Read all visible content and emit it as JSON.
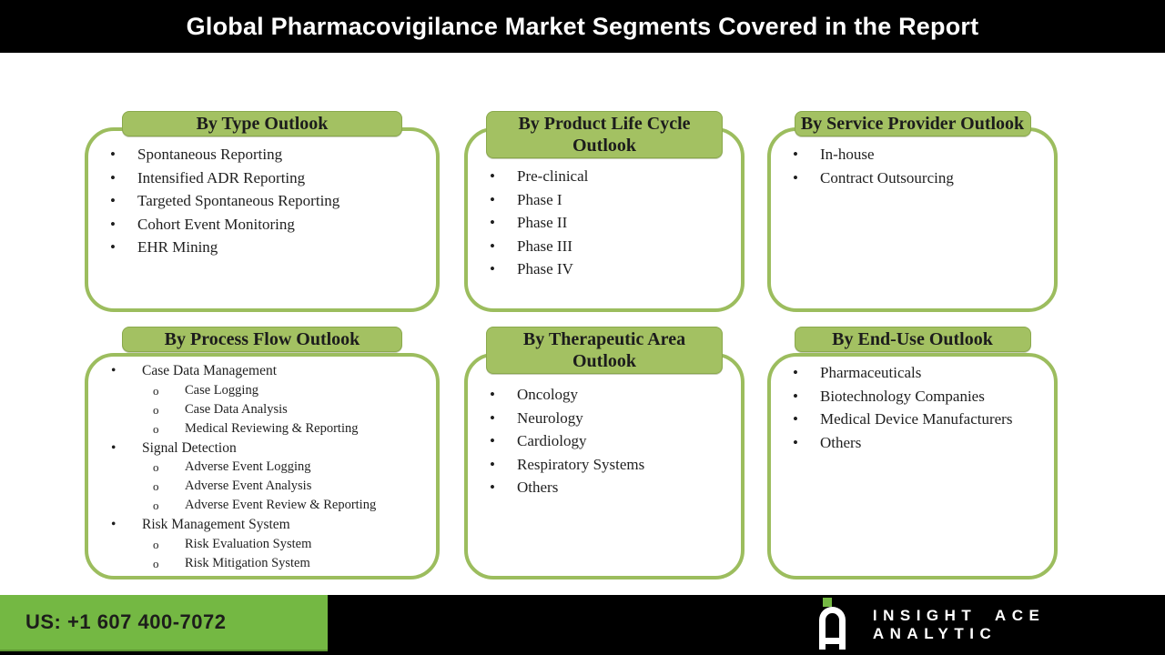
{
  "title": "Global Pharmacovigilance Market Segments Covered in the Report",
  "segments": [
    {
      "label": "By Type Outlook",
      "items": [
        {
          "label": "Spontaneous Reporting"
        },
        {
          "label": "Intensified ADR Reporting"
        },
        {
          "label": "Targeted Spontaneous Reporting"
        },
        {
          "label": "Cohort Event Monitoring"
        },
        {
          "label": "EHR Mining"
        }
      ]
    },
    {
      "label": "By Product Life Cycle Outlook",
      "items": [
        {
          "label": "Pre-clinical"
        },
        {
          "label": "Phase I"
        },
        {
          "label": "Phase II"
        },
        {
          "label": "Phase III"
        },
        {
          "label": "Phase IV"
        }
      ]
    },
    {
      "label": "By Service Provider Outlook",
      "items": [
        {
          "label": "In-house"
        },
        {
          "label": "Contract Outsourcing"
        }
      ]
    },
    {
      "label": "By Process Flow Outlook",
      "items": [
        {
          "label": "Case Data Management",
          "sub": [
            "Case Logging",
            "Case Data Analysis",
            "Medical Reviewing & Reporting"
          ]
        },
        {
          "label": "Signal Detection",
          "sub": [
            "Adverse Event Logging",
            "Adverse Event Analysis",
            "Adverse Event Review & Reporting"
          ]
        },
        {
          "label": "Risk Management System",
          "sub": [
            "Risk Evaluation System",
            "Risk Mitigation System"
          ]
        }
      ]
    },
    {
      "label": "By Therapeutic Area Outlook",
      "items": [
        {
          "label": "Oncology"
        },
        {
          "label": "Neurology"
        },
        {
          "label": "Cardiology"
        },
        {
          "label": "Respiratory Systems"
        },
        {
          "label": "Others"
        }
      ]
    },
    {
      "label": "By End-Use Outlook",
      "items": [
        {
          "label": "Pharmaceuticals"
        },
        {
          "label": "Biotechnology Companies"
        },
        {
          "label": "Medical Device Manufacturers"
        },
        {
          "label": "Others"
        }
      ]
    }
  ],
  "list_glyphs": {
    "bullet": "•",
    "sub_bullet": "o"
  },
  "footer": {
    "phone": "US: +1 607 400-7072",
    "brand": "INSIGHT ACE ANALYTIC"
  },
  "colors": {
    "accent_green": "#a3c162",
    "border_green": "#9cbd5e",
    "bright_green": "#74b843",
    "banner_black": "#000000",
    "text_dark": "#1d1d1b"
  }
}
